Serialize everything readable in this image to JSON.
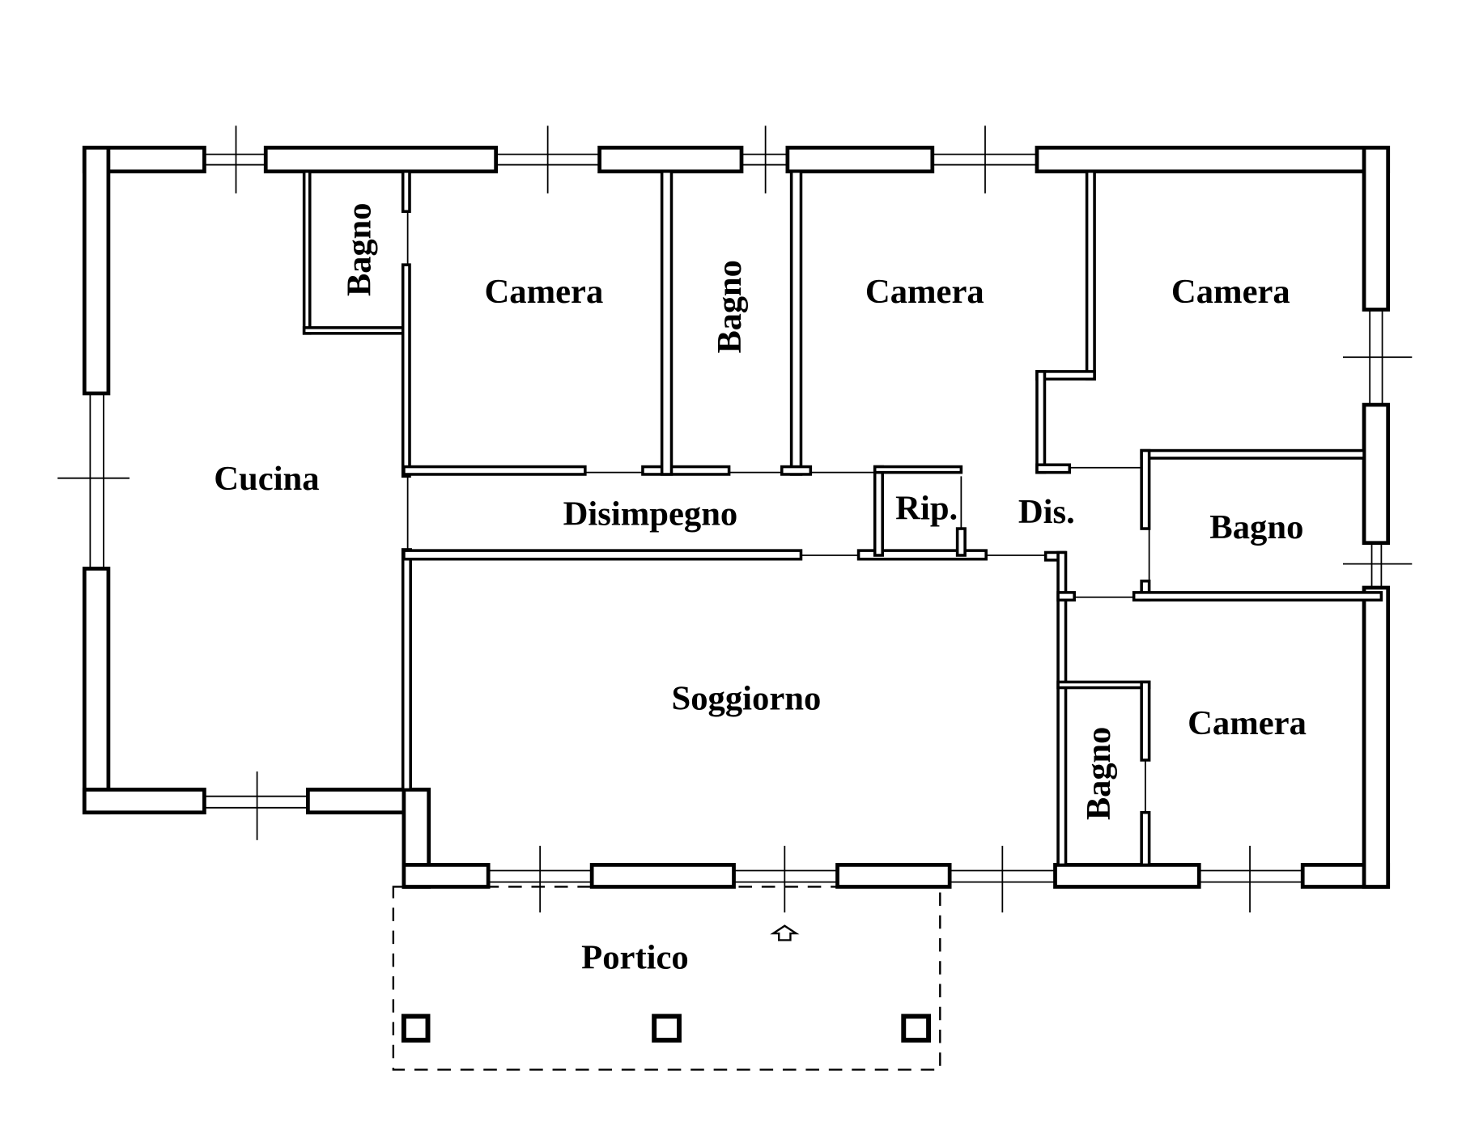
{
  "floorplan": {
    "rooms": {
      "cucina": "Cucina",
      "bagno_1": "Bagno",
      "camera_1": "Camera",
      "bagno_2": "Bagno",
      "camera_2": "Camera",
      "camera_3": "Camera",
      "disimpegno": "Disimpegno",
      "ripostiglio": "Rip.",
      "dis": "Dis.",
      "bagno_3": "Bagno",
      "soggiorno": "Soggiorno",
      "bagno_4": "Bagno",
      "camera_4": "Camera",
      "portico": "Portico"
    },
    "colors": {
      "line": "#000000",
      "background": "#ffffff"
    }
  }
}
